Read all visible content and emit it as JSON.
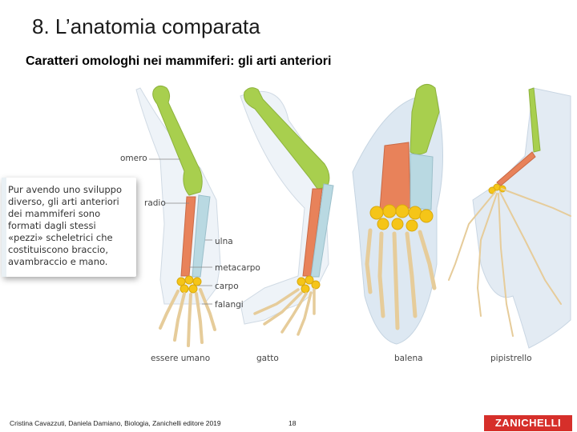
{
  "slide": {
    "title": "8. L’anatomia comparata",
    "subtitle": "Caratteri omologhi nei mammiferi: gli arti anteriori"
  },
  "note": {
    "text": "Pur avendo uno sviluppo diverso, gli arti anteriori dei mammiferi sono formati dagli stessi «pezzi» scheletrici che costituiscono braccio, avambraccio e mano."
  },
  "labels": {
    "omero": "omero",
    "radio": "radio",
    "ulna": "ulna",
    "metacarpo": "metacarpo",
    "carpo": "carpo",
    "falangi": "falangi"
  },
  "captions": {
    "human": "essere umano",
    "cat": "gatto",
    "whale": "balena",
    "bat": "pipistrello"
  },
  "colors": {
    "omero": "#a8cf4e",
    "radio": "#e8825a",
    "ulna": "#b9d9e2",
    "carpo": "#f5c518",
    "falangi": "#f3dcb2"
  },
  "footer": {
    "credit": "Cristina Cavazzuti, Daniela Damiano, Biologia, Zanichelli editore 2019",
    "page": "18",
    "brand": "ZANICHELLI"
  }
}
